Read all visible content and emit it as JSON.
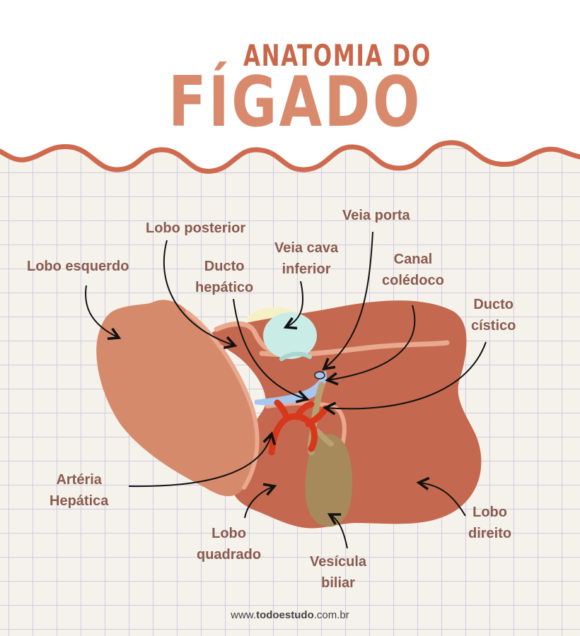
{
  "title": {
    "line1": "ANATOMIA DO",
    "line2": "FÍGADO"
  },
  "labels": {
    "lobo_posterior": "Lobo posterior",
    "veia_porta": "Veia porta",
    "veia_cava": [
      "Veia cava",
      "inferior"
    ],
    "lobo_esquerdo": "Lobo esquerdo",
    "ducto_hepatico": [
      "Ducto",
      "hepático"
    ],
    "canal_coledoco": [
      "Canal",
      "colédoco"
    ],
    "ducto_cistico": [
      "Ducto",
      "cístico"
    ],
    "arteria_hepatica": [
      "Artéria",
      "Hepática"
    ],
    "lobo_quadrado": [
      "Lobo",
      "quadrado"
    ],
    "vesicula_biliar": [
      "Vesícula",
      "biliar"
    ],
    "lobo_direito": [
      "Lobo",
      "direito"
    ]
  },
  "footer": {
    "prefix": "www.",
    "domain": "todoestudo",
    "suffix": ".com.br"
  },
  "colors": {
    "title_dark": "#c9674a",
    "title_light": "#d98a6c",
    "liver_right": "#c4694f",
    "liver_left": "#d68a6c",
    "liver_edge": "#e8a98f",
    "gallbladder": "#a68a5b",
    "artery": "#d7381b",
    "vein": "#a9c6ee",
    "vena_cava": "#c9ece6",
    "label_text": "#8a5a4f",
    "grid_line": "#cfcbe0",
    "wave": "#cf6a4f"
  }
}
